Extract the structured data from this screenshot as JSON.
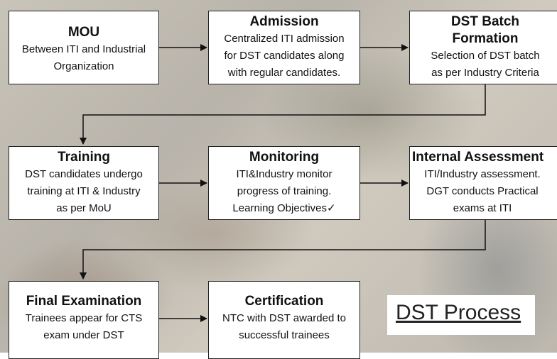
{
  "steps": [
    {
      "title": "MOU",
      "body": "Between ITI and Industrial\nOrganization"
    },
    {
      "title": "Admission",
      "body": "Centralized ITI admission\nfor DST candidates along\nwith regular candidates."
    },
    {
      "title": "DST Batch\nFormation",
      "body": "Selection of DST batch\nas per Industry Criteria"
    },
    {
      "title": "Training",
      "body": "DST candidates undergo\ntraining at ITI & Industry\nas per MoU"
    },
    {
      "title": "Monitoring",
      "body": "ITI&Industry monitor\nprogress of training.\nLearning Objectives✓"
    },
    {
      "title": "Internal Assessment",
      "body": "ITI/Industry assessment.\nDGT conducts Practical\nexams at ITI"
    },
    {
      "title": "Final Examination",
      "body": "Trainees appear for CTS\nexam under DST"
    },
    {
      "title": "Certification",
      "body": "NTC with DST awarded to\nsuccessful trainees"
    }
  ],
  "process_label": "DST Process"
}
